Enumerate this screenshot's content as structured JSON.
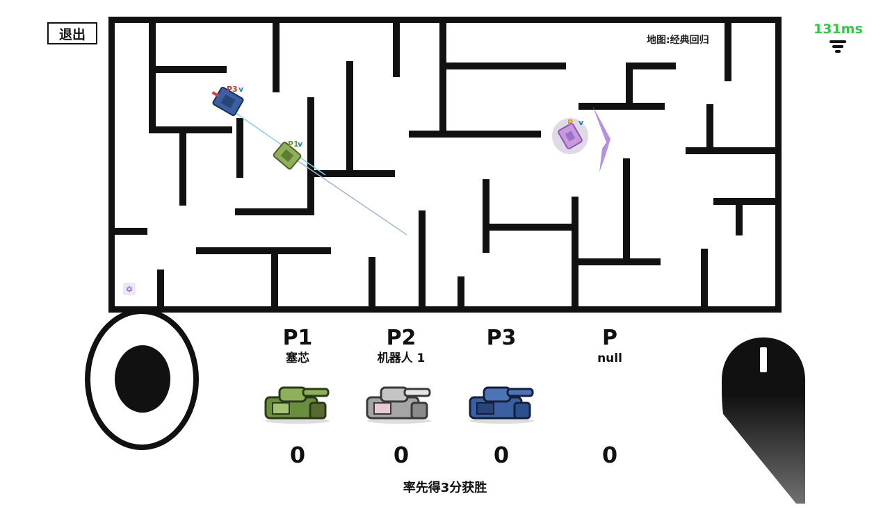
{
  "header": {
    "exit_label": "退出",
    "map_label": "地图:经典回归",
    "ping": "131ms"
  },
  "colors": {
    "wall": "#111111",
    "ping": "#2ecc40",
    "p1": "#6b8e3e",
    "p2": "#a5a5a5",
    "p3": "#3b5fa0",
    "enemy": "#b37fd6"
  },
  "arena": {
    "tank_tags": {
      "p3": "P3",
      "p1": "P1",
      "p4": "P"
    }
  },
  "players": [
    {
      "id": "P1",
      "name": "塞芯",
      "score": "0",
      "color": "#6b8e3e"
    },
    {
      "id": "P2",
      "name": "机器人 1",
      "score": "0",
      "color": "#a5a5a5"
    },
    {
      "id": "P3",
      "name": "",
      "score": "0",
      "color": "#3b5fa0"
    },
    {
      "id": "P",
      "name": "null",
      "score": "0",
      "color": ""
    }
  ],
  "footer": {
    "win_rule": "率先得3分获胜"
  },
  "icons": {
    "exit": "exit-button",
    "wifi": "wifi-icon",
    "joystick": "joystick-icon",
    "fire": "fire-button",
    "powerup": "star-powerup-icon"
  }
}
